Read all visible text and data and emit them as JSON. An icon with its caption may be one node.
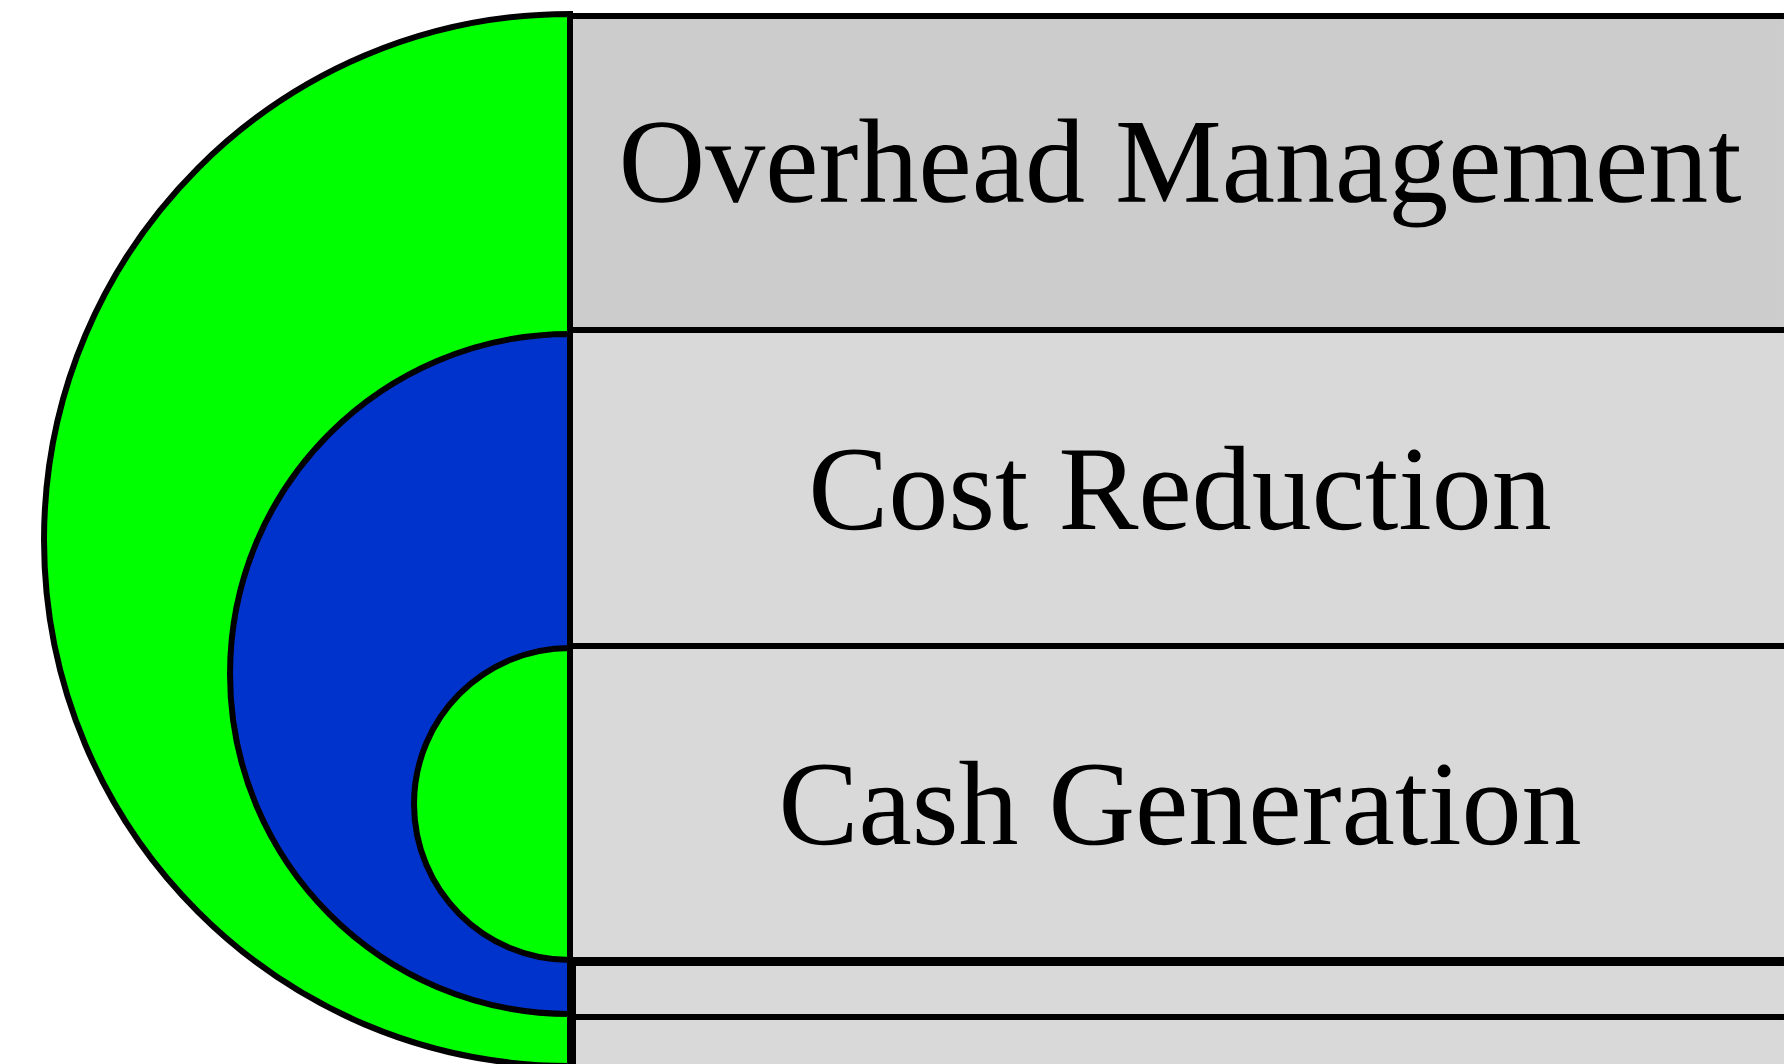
{
  "diagram": {
    "nodes": [
      {
        "text": [
          "Overhead Management"
        ]
      },
      {
        "text": [
          "Cost Reduction"
        ]
      },
      {
        "text": [
          "Cash Generation"
        ]
      },
      {
        "text": [],
        "shape": "bar"
      },
      {
        "text": [],
        "shape": "bar"
      }
    ]
  }
}
